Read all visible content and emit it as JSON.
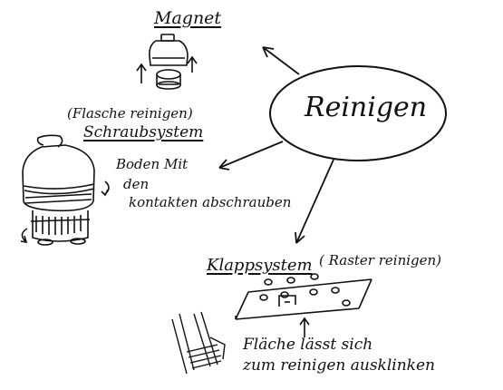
{
  "center": {
    "label": "Reinigen"
  },
  "branches": {
    "magnet": {
      "title": "Magnet"
    },
    "schraubsystem": {
      "note": "(Flasche reinigen)",
      "title": "Schraubsystem",
      "desc_lines": [
        "Boden Mit",
        "den",
        "kontakten abschrauben"
      ]
    },
    "klappsystem": {
      "title": "Klappsystem",
      "note": "( Raster reinigen)",
      "desc_lines": [
        "Fläche lässt sich",
        "zum reinigen ausklinken"
      ]
    }
  }
}
